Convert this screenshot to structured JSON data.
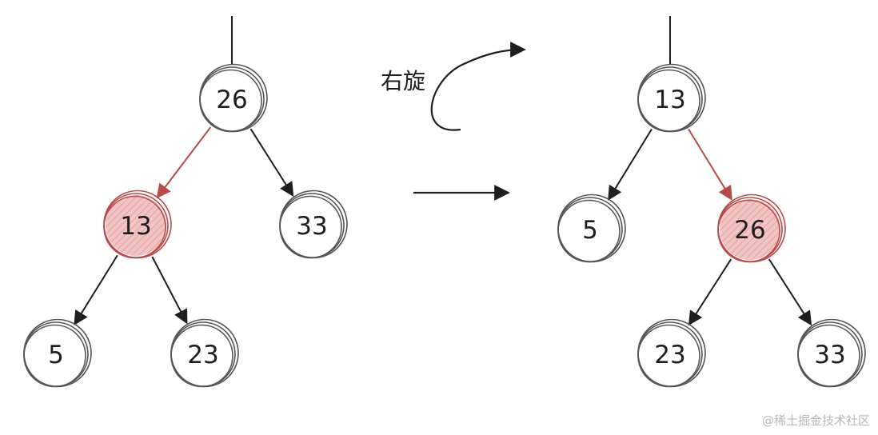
{
  "diagram": {
    "rotation_label": "右旋",
    "watermark": "@稀土掘金技术社区",
    "colors": {
      "stroke": "#555555",
      "edge": "#1e1e1e",
      "highlight": "#b94a4a",
      "highlight_fill": "#f2c4c4",
      "text": "#1e1e1e"
    },
    "before": {
      "nodes": [
        {
          "id": "b26",
          "label": "26",
          "highlight": false
        },
        {
          "id": "b13",
          "label": "13",
          "highlight": true
        },
        {
          "id": "b33",
          "label": "33",
          "highlight": false
        },
        {
          "id": "b5",
          "label": "5",
          "highlight": false
        },
        {
          "id": "b23",
          "label": "23",
          "highlight": false
        }
      ],
      "edges": [
        {
          "from": "b26",
          "to": "b13",
          "highlight": true
        },
        {
          "from": "b26",
          "to": "b33",
          "highlight": false
        },
        {
          "from": "b13",
          "to": "b5",
          "highlight": false
        },
        {
          "from": "b13",
          "to": "b23",
          "highlight": false
        }
      ]
    },
    "after": {
      "nodes": [
        {
          "id": "a13",
          "label": "13",
          "highlight": false
        },
        {
          "id": "a5",
          "label": "5",
          "highlight": false
        },
        {
          "id": "a26",
          "label": "26",
          "highlight": true
        },
        {
          "id": "a23",
          "label": "23",
          "highlight": false
        },
        {
          "id": "a33",
          "label": "33",
          "highlight": false
        }
      ],
      "edges": [
        {
          "from": "a13",
          "to": "a5",
          "highlight": false
        },
        {
          "from": "a13",
          "to": "a26",
          "highlight": true
        },
        {
          "from": "a26",
          "to": "a23",
          "highlight": false
        },
        {
          "from": "a26",
          "to": "a33",
          "highlight": false
        }
      ]
    }
  }
}
